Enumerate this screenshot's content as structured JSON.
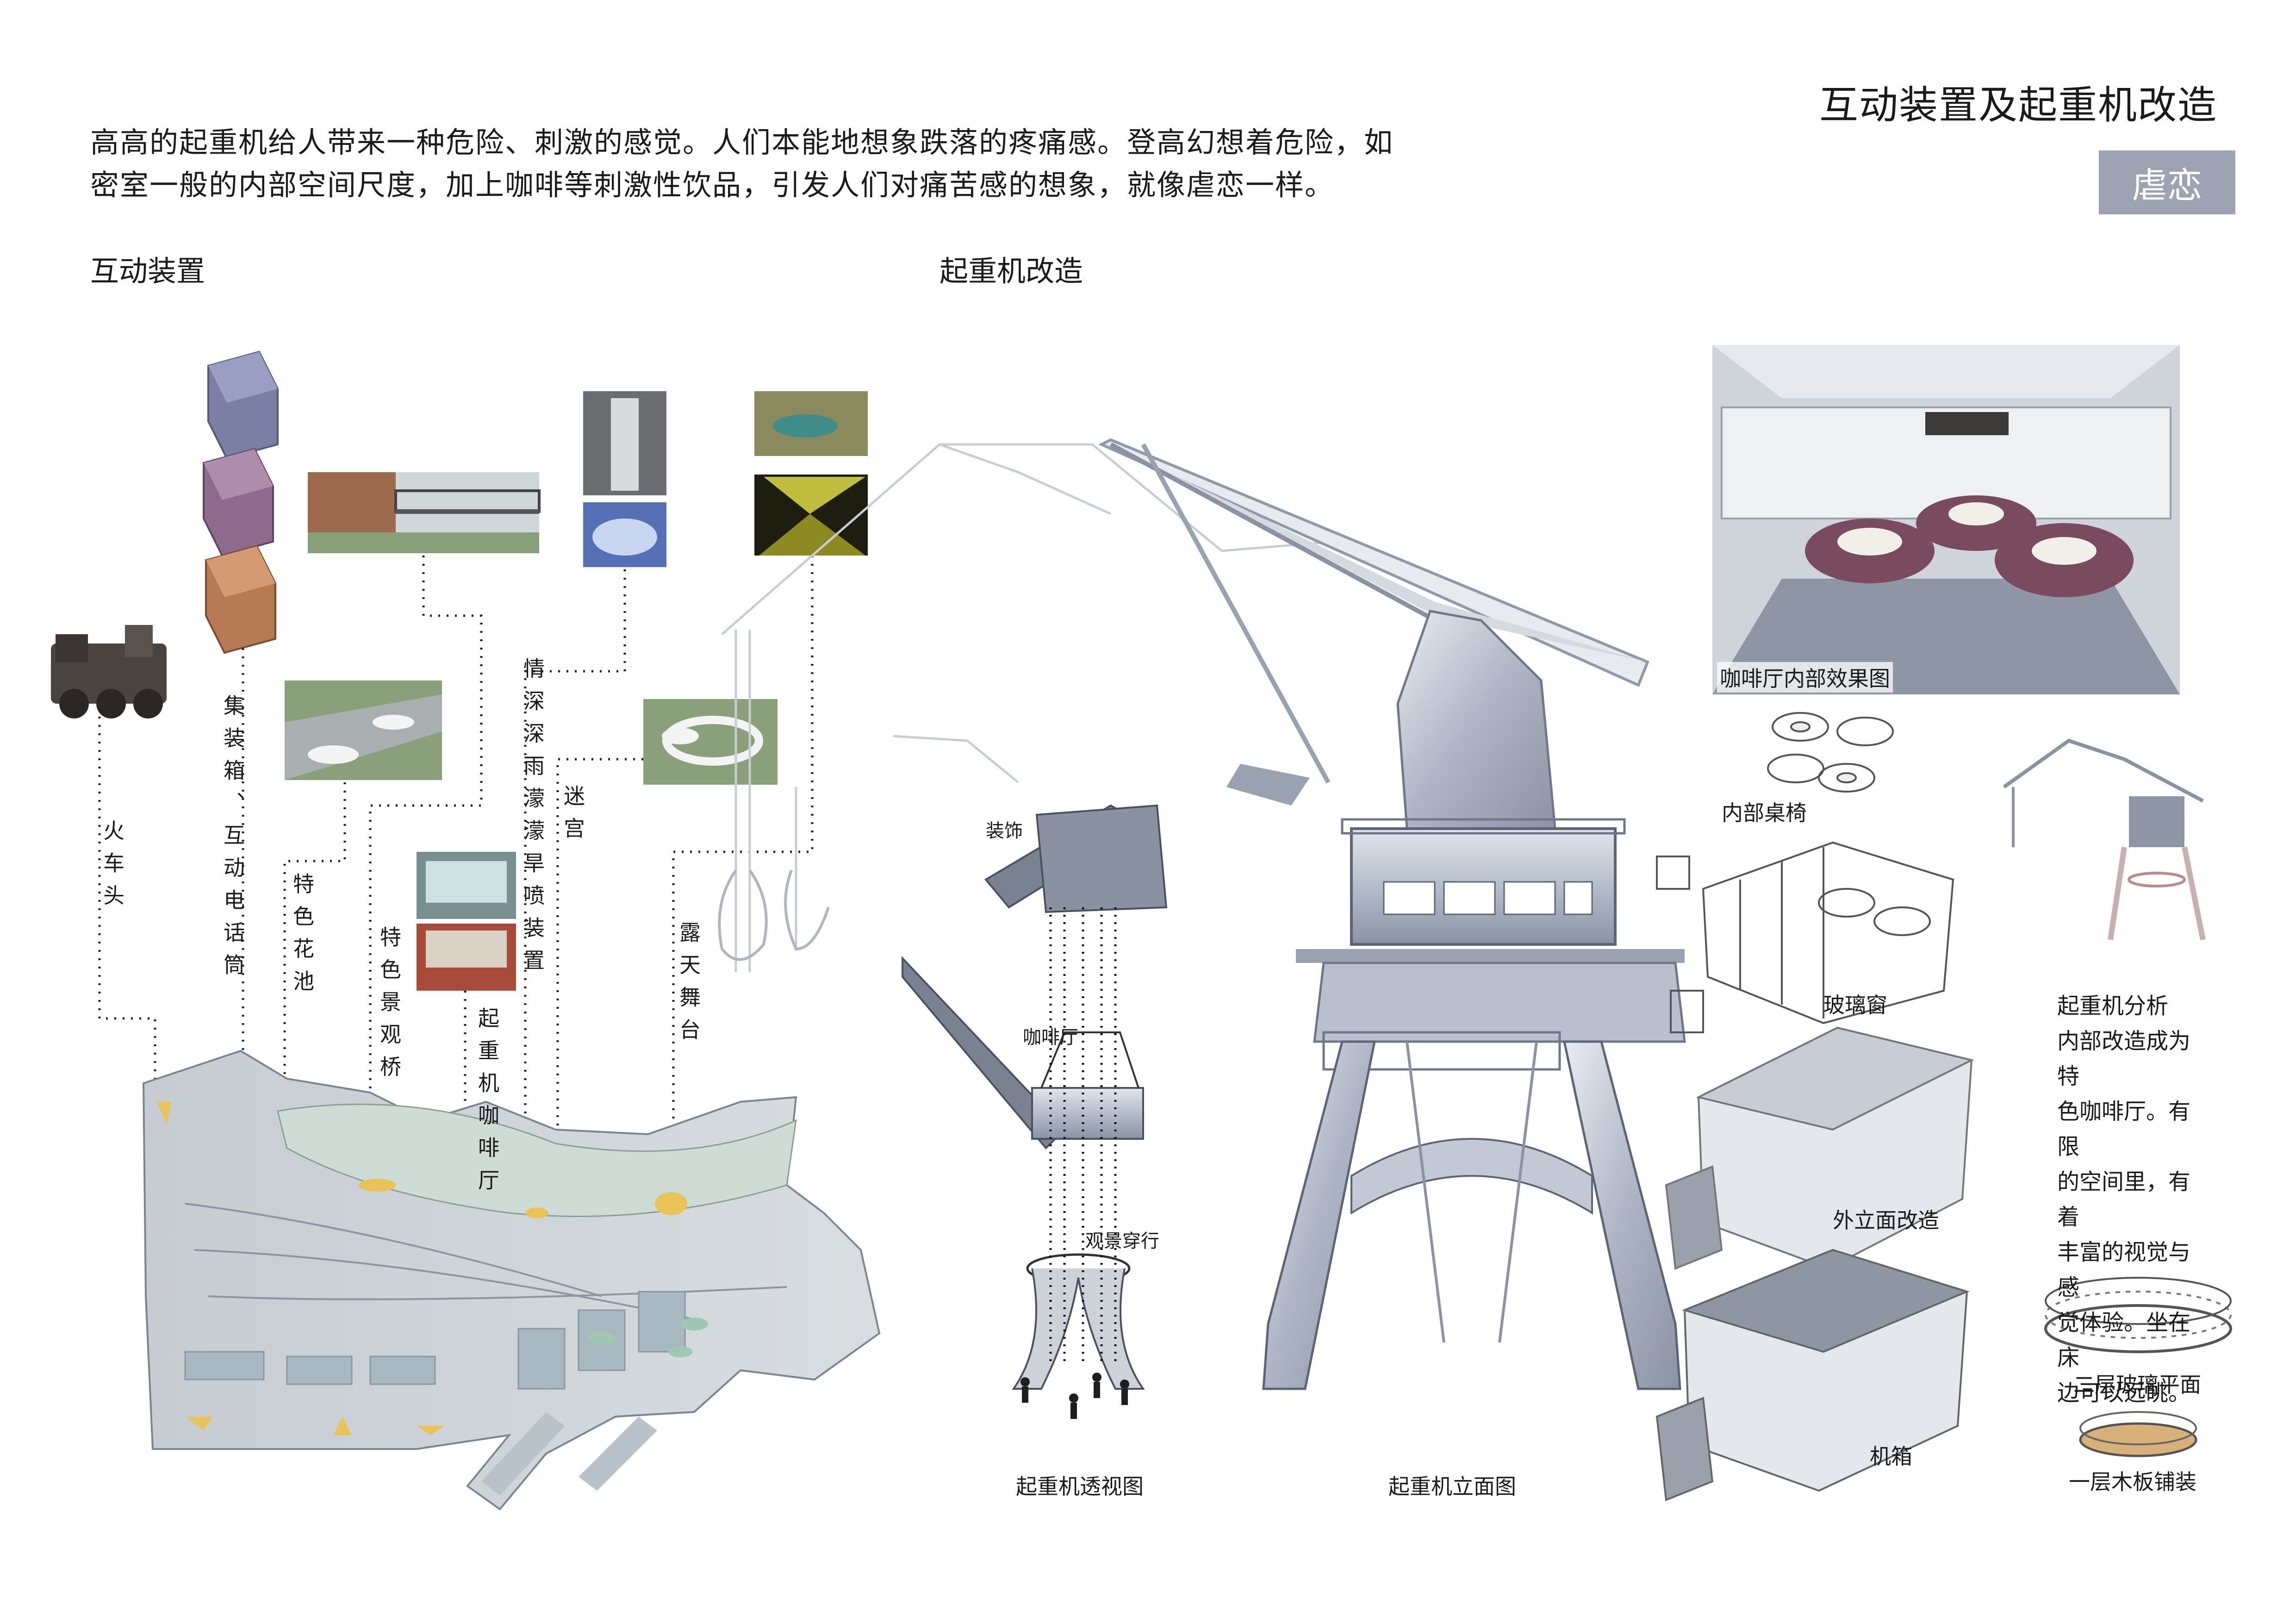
{
  "header": {
    "title": "互动装置及起重机改造",
    "badge": "虐恋"
  },
  "intro": {
    "line1": "高高的起重机给人带来一种危险、刺激的感觉。人们本能地想象跌落的疼痛感。登高幻想着危险，如",
    "line2": "密室一般的内部空间尺度，加上咖啡等刺激性饮品，引发人们对痛苦感的想象，就像虐恋一样。"
  },
  "sections": {
    "interactive": "互动装置",
    "crane_renovation": "起重机改造"
  },
  "installations": {
    "train": "火车头",
    "container": "集装箱、互动电话筒",
    "flower_pool": "特色花池",
    "bridge": "特色景观桥",
    "crane_cafe": "起重机咖啡厅",
    "fountain": "情深深雨濛濛旱喷装置",
    "maze": "迷宫",
    "stage": "露天舞台"
  },
  "perspective": {
    "caption": "起重机透视图",
    "decor": "装饰",
    "cafe": "咖啡厅",
    "view": "观景",
    "pass": "穿行"
  },
  "elevation": {
    "caption": "起重机立面图"
  },
  "cafe_render": {
    "caption": "咖啡厅内部效果图"
  },
  "exploded": {
    "tables": "内部桌椅",
    "glass_window": "玻璃窗",
    "facade": "外立面改造",
    "cabin": "机箱",
    "glass_floor": "二层玻璃平面",
    "wood_floor": "一层木板铺装"
  },
  "analysis": {
    "title": "起重机分析",
    "lines": [
      "内部改造成为特",
      "色咖啡厅。有限",
      "的空间里，有着",
      "丰富的视觉与感",
      "觉体验。坐在床",
      "边可以远眺。"
    ]
  },
  "colors": {
    "badge": "#9ea3b4",
    "crane": "#b9bfcc",
    "map": "#c9d4d6",
    "accent_yellow": "#e8c35a"
  }
}
